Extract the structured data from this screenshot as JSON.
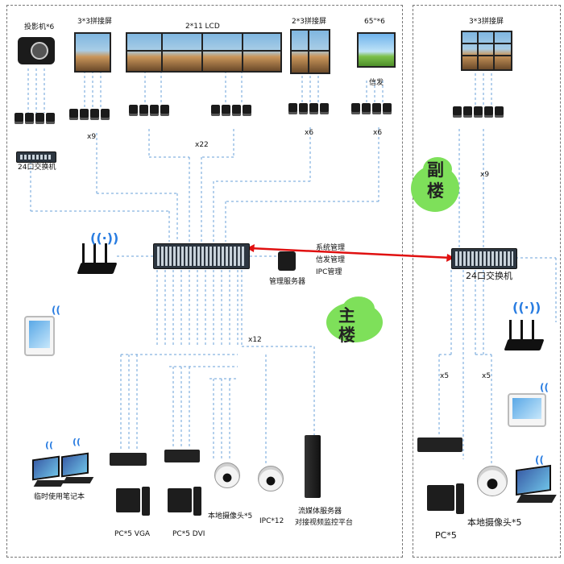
{
  "top_displays": {
    "projector": "投影机*6",
    "wall_3x3": "3*3拼接屏",
    "lcd_2x11": "2*11  LCD",
    "wall_2x3": "2*3拼接屏",
    "tv_65": "65\"*6",
    "tv_sub": "信发"
  },
  "main_building": {
    "switch24": "24口交换机",
    "count_x9": "x9",
    "count_x22": "x22",
    "count_x6a": "x6",
    "count_x6b": "x6",
    "count_x12": "x12",
    "cloud_label": "主楼",
    "mgmt_server": "管理服务器",
    "mgmt_lines": [
      "系统管理",
      "信发管理",
      "IPC管理"
    ],
    "laptops_label": "临时使用笔记本",
    "pc_vga": "PC*5 VGA",
    "pc_dvi": "PC*5 DVI",
    "cam_local": "本地摄像头*5",
    "ipc": "IPC*12",
    "stream_server": "流媒体服务器",
    "stream_server2": "对接视频监控平台"
  },
  "annex_building": {
    "wall_3x3": "3*3拼接屏",
    "count_x9": "x9",
    "cloud_label": "副楼",
    "switch24": "24口交换机",
    "count_x5a": "x5",
    "count_x5b": "x5",
    "pc": "PC*5",
    "cam_local": "本地摄像头*5"
  },
  "colors": {
    "trunk_link": "#e01010",
    "dashed_link": "#6aa0d8",
    "cloud": "#7ee05a"
  }
}
